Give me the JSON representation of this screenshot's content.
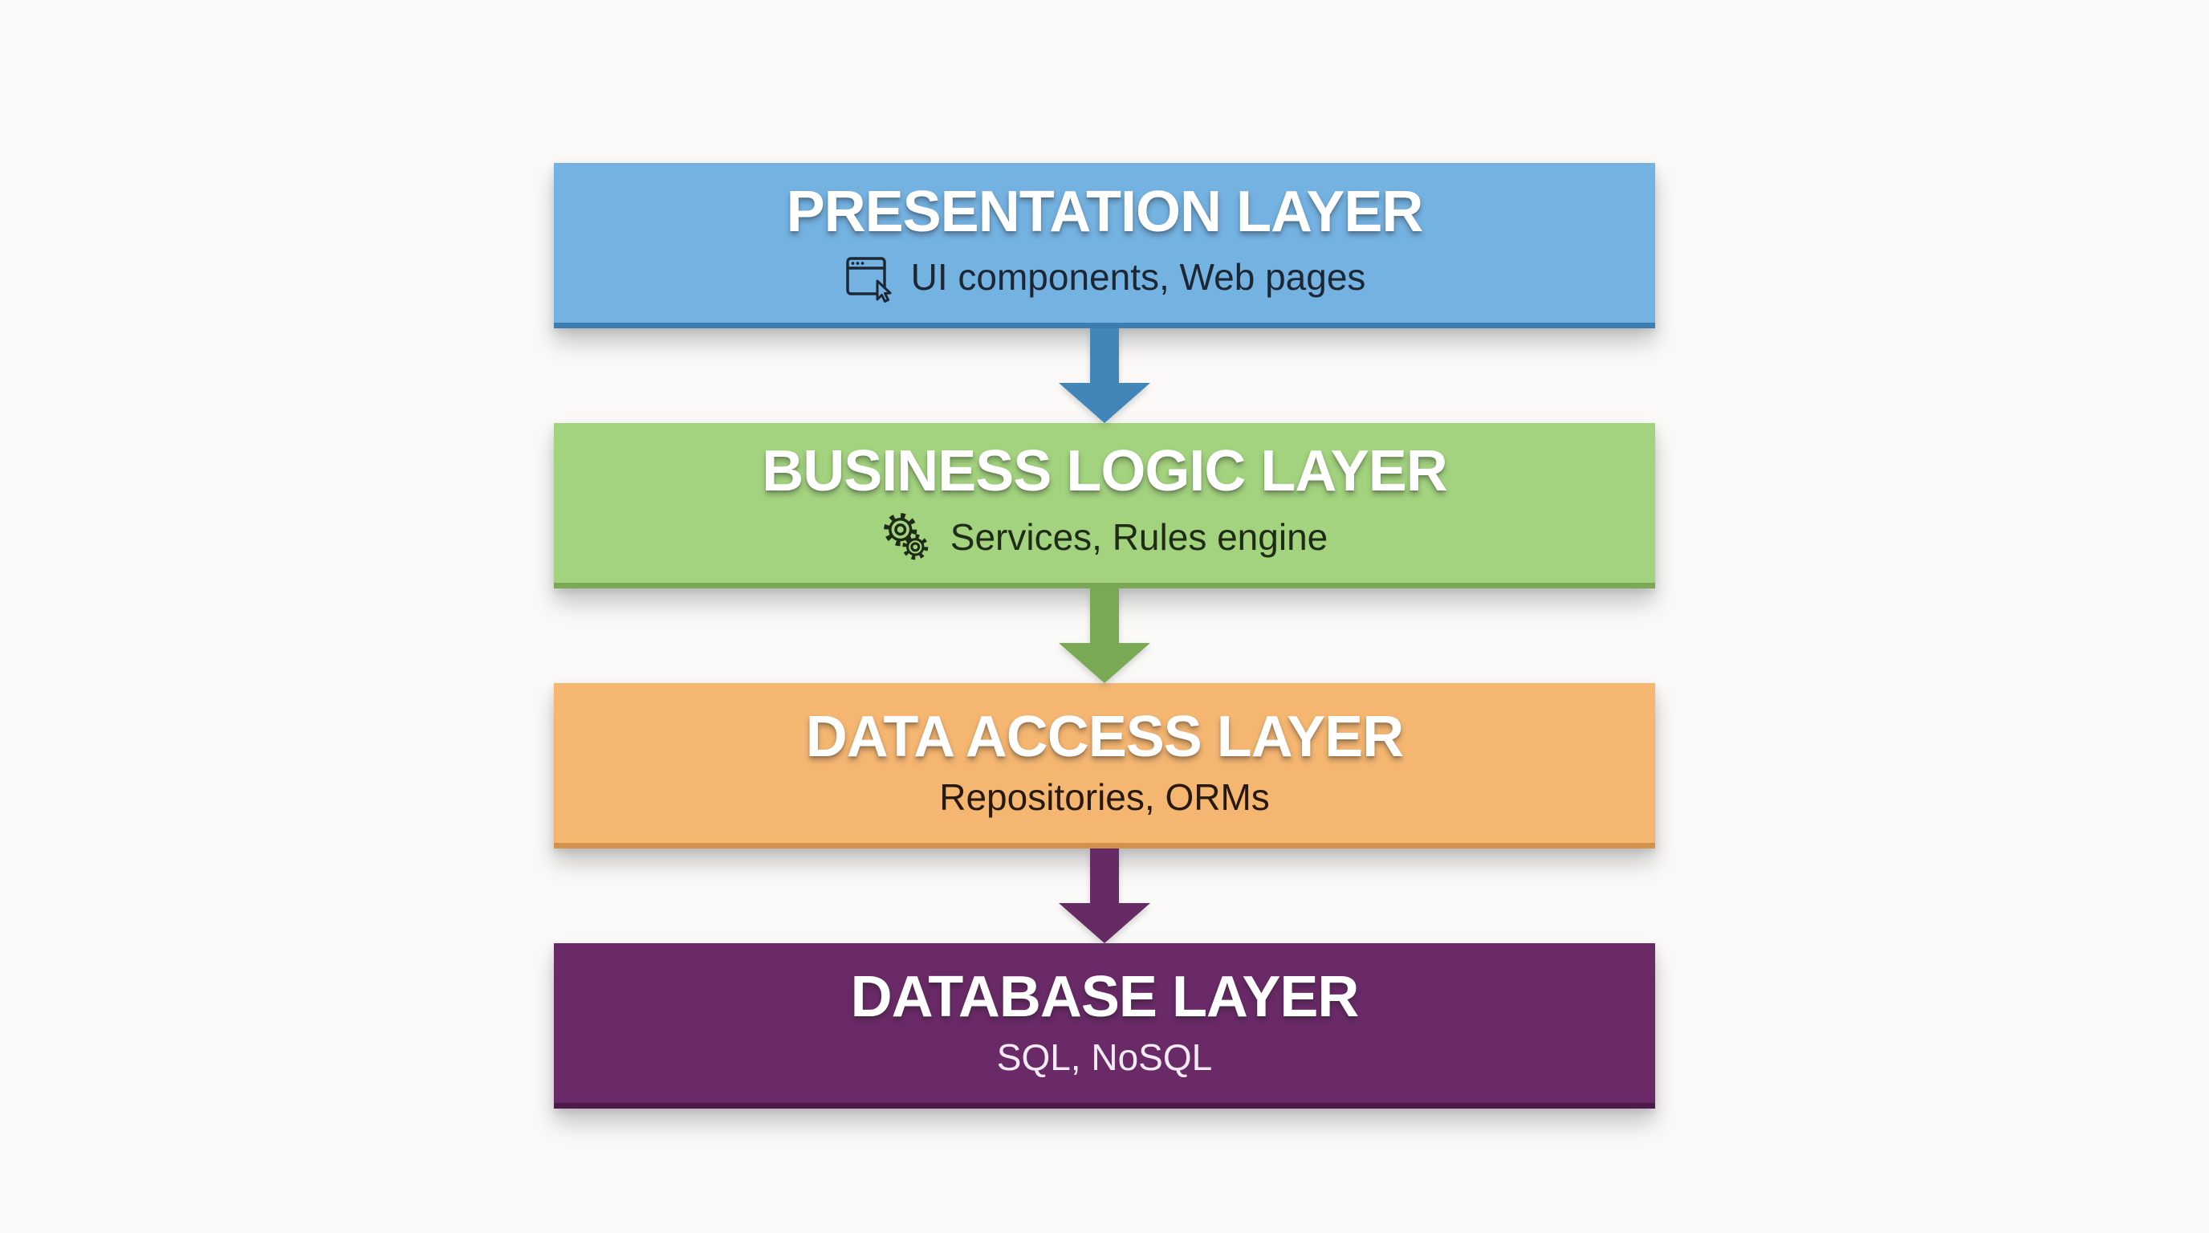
{
  "background_color": "#fbfaf8",
  "layers": [
    {
      "title": "PRESENTATION LAYER",
      "subtitle": "UI components, Web pages",
      "icon": "browser-window-cursor-icon",
      "color": "#74b2e2",
      "edge_color": "#3e7db1",
      "title_color": "#ffffff",
      "subtitle_color": "#1c2733"
    },
    {
      "title": "BUSINESS LOGIC LAYER",
      "subtitle": "Services, Rules engine",
      "icon": "gears-icon",
      "color": "#a3d37e",
      "edge_color": "#7aa855",
      "title_color": "#ffffff",
      "subtitle_color": "#1f2b17"
    },
    {
      "title": "DATA ACCESS LAYER",
      "subtitle": "Repositories, ORMs",
      "icon": null,
      "color": "#f5b671",
      "edge_color": "#d5924c",
      "title_color": "#ffffff",
      "subtitle_color": "#27190e"
    },
    {
      "title": "DATABASE LAYER",
      "subtitle": "SQL, NoSQL",
      "icon": null,
      "color": "#6a2a68",
      "edge_color": "#4c1a4b",
      "title_color": "#ffffff",
      "subtitle_color": "#f2ebf3"
    }
  ],
  "arrows": [
    {
      "from": "presentation",
      "to": "business-logic",
      "color": "#4285b8"
    },
    {
      "from": "business-logic",
      "to": "data-access",
      "color": "#79a952"
    },
    {
      "from": "data-access",
      "to": "database",
      "color": "#662a64"
    }
  ]
}
